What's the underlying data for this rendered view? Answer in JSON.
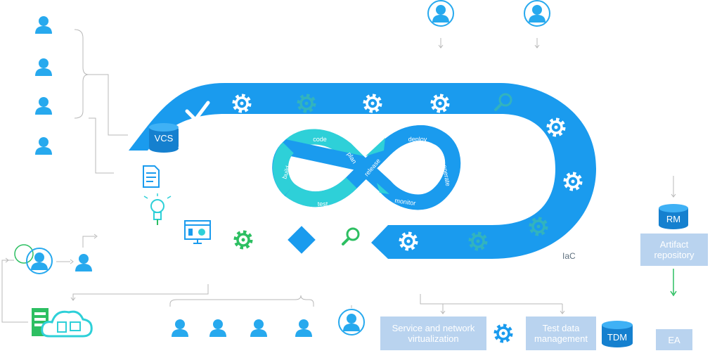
{
  "pipeline": {
    "vcs_label": "VCS",
    "iac_label": "IaC"
  },
  "loop": {
    "stages": [
      "code",
      "plan",
      "release",
      "deploy",
      "operate",
      "monitor",
      "test",
      "build"
    ]
  },
  "tools": {
    "rm_label": "RM",
    "tdm_label": "TDM",
    "artifact_repository": {
      "line1": "Artifact",
      "line2": "repository"
    },
    "service_virtualization": {
      "line1": "Service and network",
      "line2": "virtualization"
    },
    "test_data_management": {
      "line1": "Test data",
      "line2": "management"
    },
    "ea_label": "EA"
  },
  "colors": {
    "track_blue": "#1a9bee",
    "person_blue": "#27a9ee",
    "cyan": "#2ed0d8",
    "green": "#2dbf62",
    "teal": "#32b3be",
    "box": "#b9d3ef",
    "line": "#b8b8b8"
  }
}
